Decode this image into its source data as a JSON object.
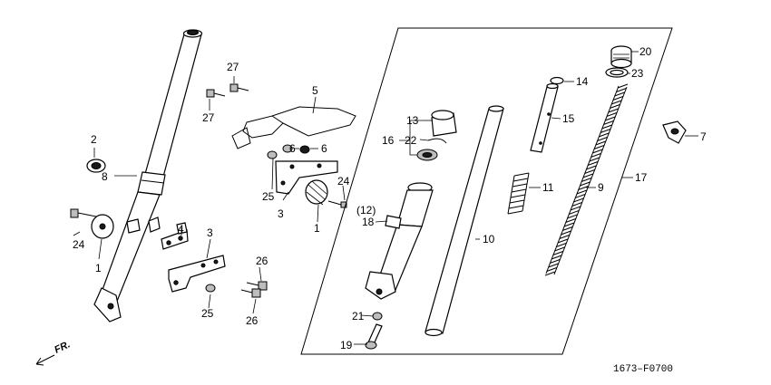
{
  "diagram_code": "1673–F0700",
  "direction_label": "FR.",
  "callouts": {
    "c1a": "1",
    "c1b": "1",
    "c2": "2",
    "c3a": "3",
    "c3b": "3",
    "c4": "4",
    "c5": "5",
    "c6a": "6",
    "c6b": "6",
    "c7": "7",
    "c8": "8",
    "c9": "9",
    "c10": "10",
    "c11": "11",
    "c12": "(12)",
    "c13": "13",
    "c14": "14",
    "c15": "15",
    "c16": "16",
    "c17": "17",
    "c18": "18",
    "c19": "19",
    "c20": "20",
    "c21": "21",
    "c22": "22",
    "c23": "23",
    "c24a": "24",
    "c24b": "24",
    "c25a": "25",
    "c25b": "25",
    "c26a": "26",
    "c26b": "26",
    "c27a": "27",
    "c27b": "27"
  }
}
